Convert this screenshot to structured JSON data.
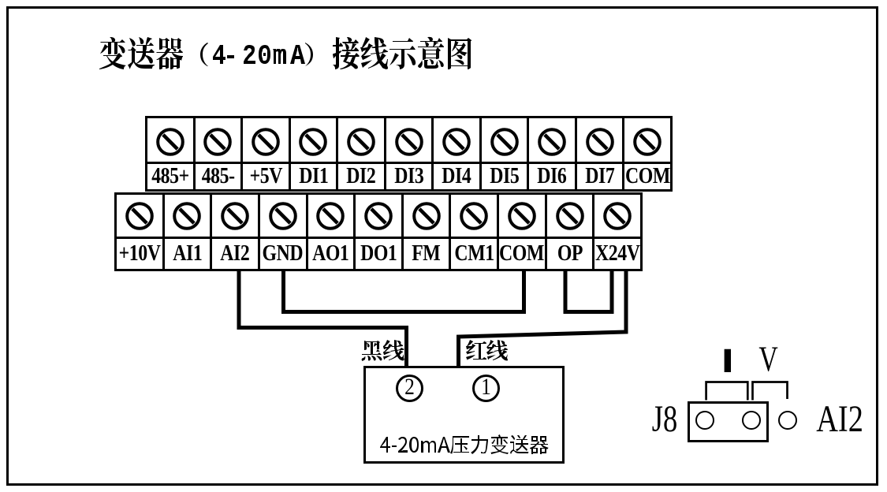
{
  "title": {
    "text": "变送器（4-20mA）接线示意图"
  },
  "terminal_rows": {
    "top": {
      "labels": [
        "485+",
        "485-",
        "+5V",
        "DI1",
        "DI2",
        "DI3",
        "DI4",
        "DI5",
        "DI6",
        "DI7",
        "COM"
      ]
    },
    "bottom": {
      "labels": [
        "+10V",
        "AI1",
        "AI2",
        "GND",
        "AO1",
        "DO1",
        "FM",
        "CM1",
        "COM",
        "OP",
        "X24V"
      ]
    }
  },
  "wires": {
    "black_wire_label": "黑线",
    "red_wire_label": "红线",
    "connections": [
      {
        "from": "AI2",
        "to": "transmitter-pin-2",
        "label": "黑线"
      },
      {
        "from": "GND",
        "to": "COM"
      },
      {
        "from": "OP",
        "to": "X24V"
      },
      {
        "from": "X24V",
        "to": "transmitter-pin-1",
        "label": "红线"
      }
    ]
  },
  "transmitter": {
    "pin_2": "2",
    "pin_1": "1",
    "label": "4-20mA压力变送器"
  },
  "jumper_j8": {
    "name": "J8",
    "mode_current": "I",
    "mode_voltage": "V",
    "channel": "AI2"
  },
  "colors": {
    "ink": "#000000",
    "background": "#ffffff"
  }
}
